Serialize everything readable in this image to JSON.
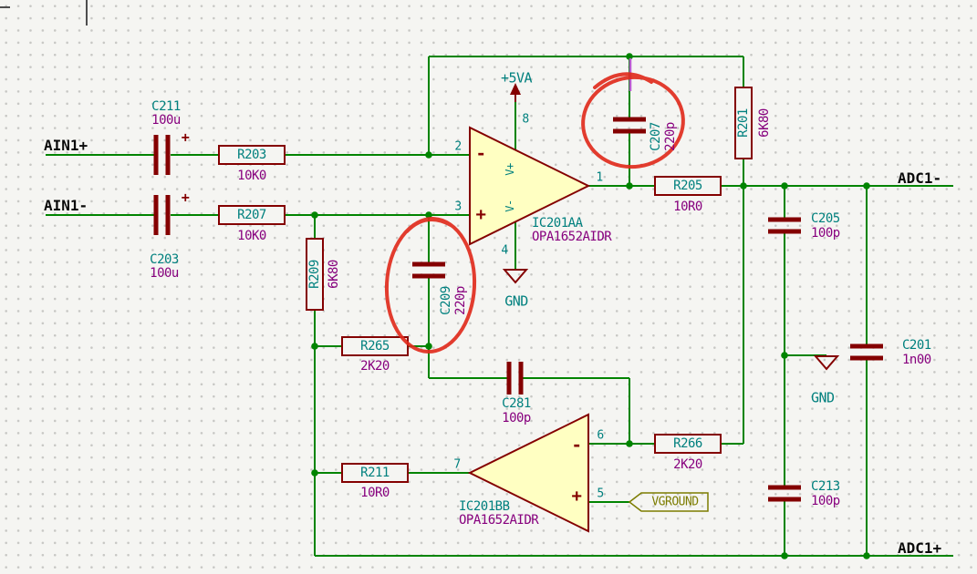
{
  "colors": {
    "wire": "#008400",
    "symbol_outline": "#840000",
    "symbol_fill": "#ffffc2",
    "reference_text": "#00807e",
    "value_text": "#87007e",
    "net_label_text": "#0a0a0a",
    "global_label": "#7c7c00",
    "annotation_red": "#e02b1d",
    "highlight_purple": "#b85bd0"
  },
  "nets": {
    "ain1_plus": "AIN1+",
    "ain1_minus": "AIN1-",
    "adc1_minus": "ADC1-",
    "adc1_plus": "ADC1+",
    "p5va": "+5VA",
    "gnd": "GND",
    "vground": "VGROUND"
  },
  "components": {
    "c211": {
      "ref": "C211",
      "value": "100u",
      "polarity": "+"
    },
    "c203": {
      "ref": "C203",
      "value": "100u",
      "polarity": "+"
    },
    "r203": {
      "ref": "R203",
      "value": "10K0"
    },
    "r207": {
      "ref": "R207",
      "value": "10K0"
    },
    "r209": {
      "ref": "R209",
      "value": "6K80"
    },
    "r201": {
      "ref": "R201",
      "value": "6K80"
    },
    "r205": {
      "ref": "R205",
      "value": "10R0"
    },
    "r211": {
      "ref": "R211",
      "value": "10R0"
    },
    "r265": {
      "ref": "R265",
      "value": "2K20"
    },
    "r266": {
      "ref": "R266",
      "value": "2K20"
    },
    "c207": {
      "ref": "C207",
      "value": "220p"
    },
    "c209": {
      "ref": "C209",
      "value": "220p"
    },
    "c281": {
      "ref": "C281",
      "value": "100p"
    },
    "c205": {
      "ref": "C205",
      "value": "100p"
    },
    "c213": {
      "ref": "C213",
      "value": "100p"
    },
    "c201": {
      "ref": "C201",
      "value": "1n00"
    }
  },
  "opamps": {
    "a": {
      "ref": "IC201AA",
      "part": "OPA1652AIDR",
      "pin_inverting": "2",
      "pin_noninverting": "3",
      "pin_output": "1",
      "pin_vplus": "8",
      "pin_vminus": "4",
      "name_vplus": "V+",
      "name_vminus": "V-",
      "sign_inverting": "-",
      "sign_noninverting": "+"
    },
    "b": {
      "ref": "IC201BB",
      "part": "OPA1652AIDR",
      "pin_inverting": "6",
      "pin_noninverting": "5",
      "pin_output": "7",
      "sign_inverting": "-",
      "sign_noninverting": "+"
    }
  }
}
